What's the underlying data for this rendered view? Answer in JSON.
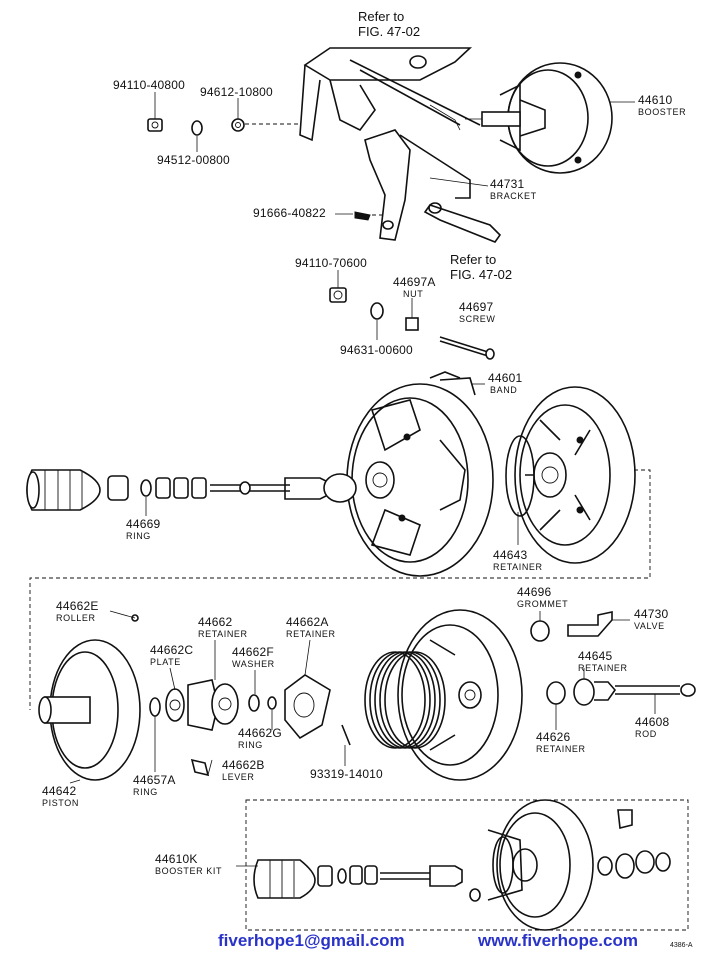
{
  "refs": [
    {
      "line1": "Refer to",
      "line2": "FIG. 47-02"
    },
    {
      "line1": "Refer to",
      "line2": "FIG. 47-02"
    }
  ],
  "parts": {
    "p_94110_40800": {
      "number": "94110-40800"
    },
    "p_94612_10800": {
      "number": "94612-10800"
    },
    "p_94512_00800": {
      "number": "94512-00800"
    },
    "p_44610": {
      "number": "44610",
      "name": "BOOSTER"
    },
    "p_44731": {
      "number": "44731",
      "name": "BRACKET"
    },
    "p_91666_40822": {
      "number": "91666-40822"
    },
    "p_94110_70600": {
      "number": "94110-70600"
    },
    "p_44697A": {
      "number": "44697A",
      "name": "NUT"
    },
    "p_44697": {
      "number": "44697",
      "name": "SCREW"
    },
    "p_94631_00600": {
      "number": "94631-00600"
    },
    "p_44601": {
      "number": "44601",
      "name": "BAND"
    },
    "p_44669": {
      "number": "44669",
      "name": "RING"
    },
    "p_44643": {
      "number": "44643",
      "name": "RETAINER"
    },
    "p_44662E": {
      "number": "44662E",
      "name": "ROLLER"
    },
    "p_44662": {
      "number": "44662",
      "name": "RETAINER"
    },
    "p_44662A": {
      "number": "44662A",
      "name": "RETAINER"
    },
    "p_44662C": {
      "number": "44662C",
      "name": "PLATE"
    },
    "p_44662F": {
      "number": "44662F",
      "name": "WASHER"
    },
    "p_44662G": {
      "number": "44662G",
      "name": "RING"
    },
    "p_44662B": {
      "number": "44662B",
      "name": "LEVER"
    },
    "p_44657A": {
      "number": "44657A",
      "name": "RING"
    },
    "p_44642": {
      "number": "44642",
      "name": "PISTON"
    },
    "p_93319_14010": {
      "number": "93319-14010"
    },
    "p_44696": {
      "number": "44696",
      "name": "GROMMET"
    },
    "p_44730": {
      "number": "44730",
      "name": "VALVE"
    },
    "p_44645": {
      "number": "44645",
      "name": "RETAINER"
    },
    "p_44626": {
      "number": "44626",
      "name": "RETAINER"
    },
    "p_44608": {
      "number": "44608",
      "name": "ROD"
    },
    "p_44610K": {
      "number": "44610K",
      "name": "BOOSTER KIT"
    }
  },
  "footer": {
    "email": "fiverhope1@gmail.com",
    "website": "www.fiverhope.com",
    "code": "4386-A"
  }
}
